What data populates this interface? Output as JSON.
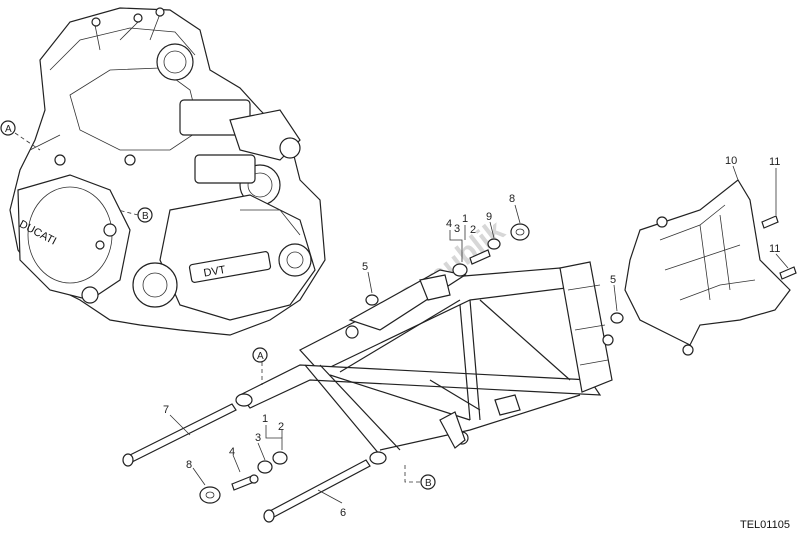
{
  "callouts": {
    "n1": "1",
    "n2": "2",
    "n3": "3",
    "n4": "4",
    "n5a": "5",
    "n5b": "5",
    "n6": "6",
    "n7": "7",
    "n8a": "8",
    "n8b": "8",
    "n9": "9",
    "n10": "10",
    "n11a": "11",
    "n11b": "11",
    "n2top": "2",
    "n3top": "3",
    "n4top": "4",
    "n1top": "1"
  },
  "references": {
    "a_engine": "A",
    "b_engine": "B",
    "a_frame": "A",
    "b_frame": "B"
  },
  "engine_logo": "DUCATI",
  "watermark": "PartsRepublik",
  "drawing_code": "TEL01105"
}
